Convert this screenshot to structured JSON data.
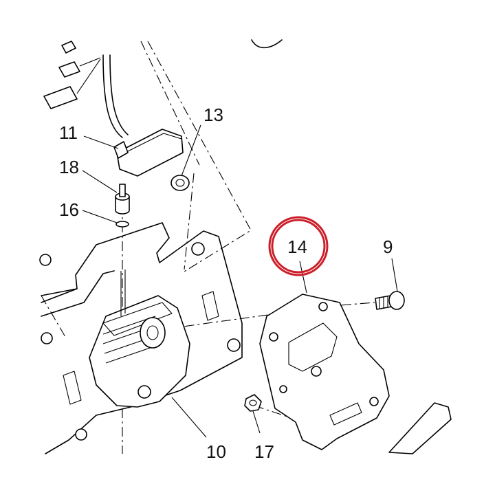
{
  "highlight_color": "#cc1f2a",
  "callouts": [
    {
      "id": "c9",
      "label": "9"
    },
    {
      "id": "c10",
      "label": "10"
    },
    {
      "id": "c11",
      "label": "11"
    },
    {
      "id": "c13",
      "label": "13"
    },
    {
      "id": "c14",
      "label": "14",
      "highlighted": true
    },
    {
      "id": "c16",
      "label": "16"
    },
    {
      "id": "c17",
      "label": "17"
    },
    {
      "id": "c18",
      "label": "18"
    }
  ]
}
